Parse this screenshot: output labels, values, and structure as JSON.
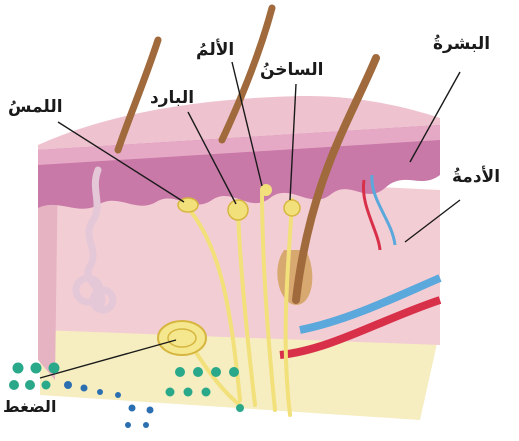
{
  "labels": {
    "epidermis": "البشرةُ",
    "dermis": "الأدمةُ",
    "hot": "الساخنُ",
    "pain": "الألمُ",
    "cold": "البارد",
    "touch": "اللمسُ",
    "pressure": "الضغط"
  },
  "colors": {
    "epidermis_surface": "#e8b7c7",
    "epidermis_layer": "#c879a8",
    "dermis": "#f3cdd4",
    "fat": "#f6edc0",
    "hair": "#a06a3c",
    "nerve": "#f2e07a",
    "artery": "#d9304a",
    "vein": "#5aa8dc",
    "logo_green": "#2aa88a",
    "logo_blue": "#2b6fb1"
  },
  "icons": [
    "skin-block-illustration",
    "hair-icon",
    "sweat-gland-icon",
    "logo-dots-icon"
  ]
}
